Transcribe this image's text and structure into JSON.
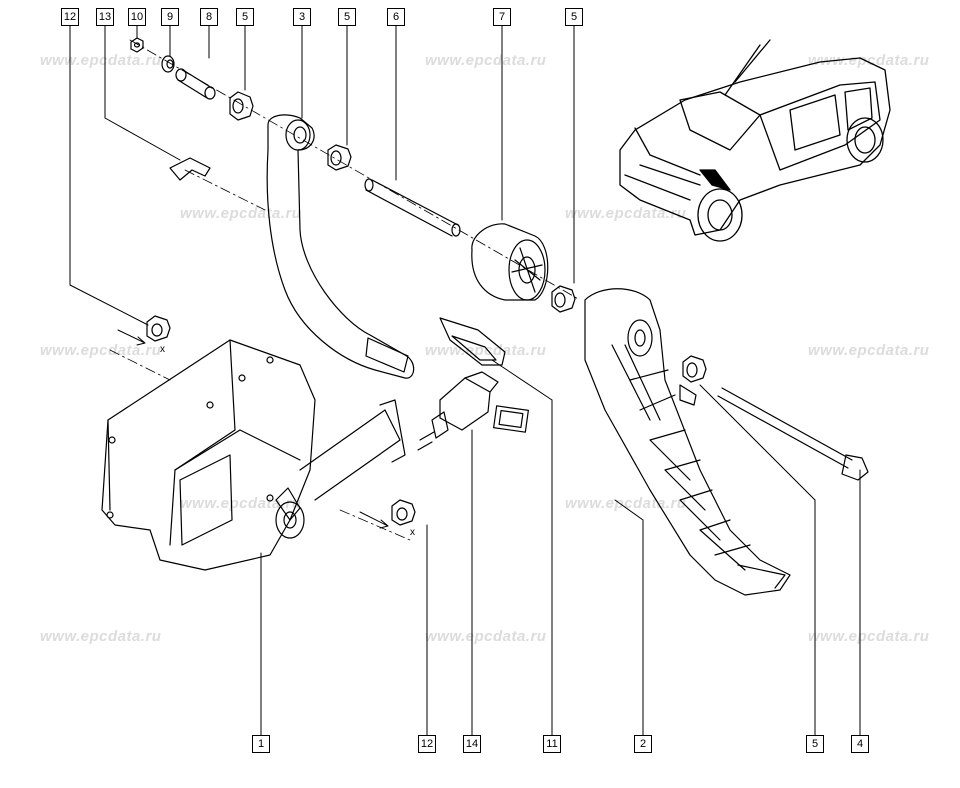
{
  "watermark": "www.epcdata.ru",
  "callouts": {
    "top": [
      "12",
      "13",
      "10",
      "9",
      "8",
      "5",
      "3",
      "5",
      "6",
      "7",
      "5"
    ],
    "bottom": [
      "1",
      "12",
      "14",
      "11",
      "2",
      "5",
      "4"
    ]
  },
  "axis_marker": "x"
}
